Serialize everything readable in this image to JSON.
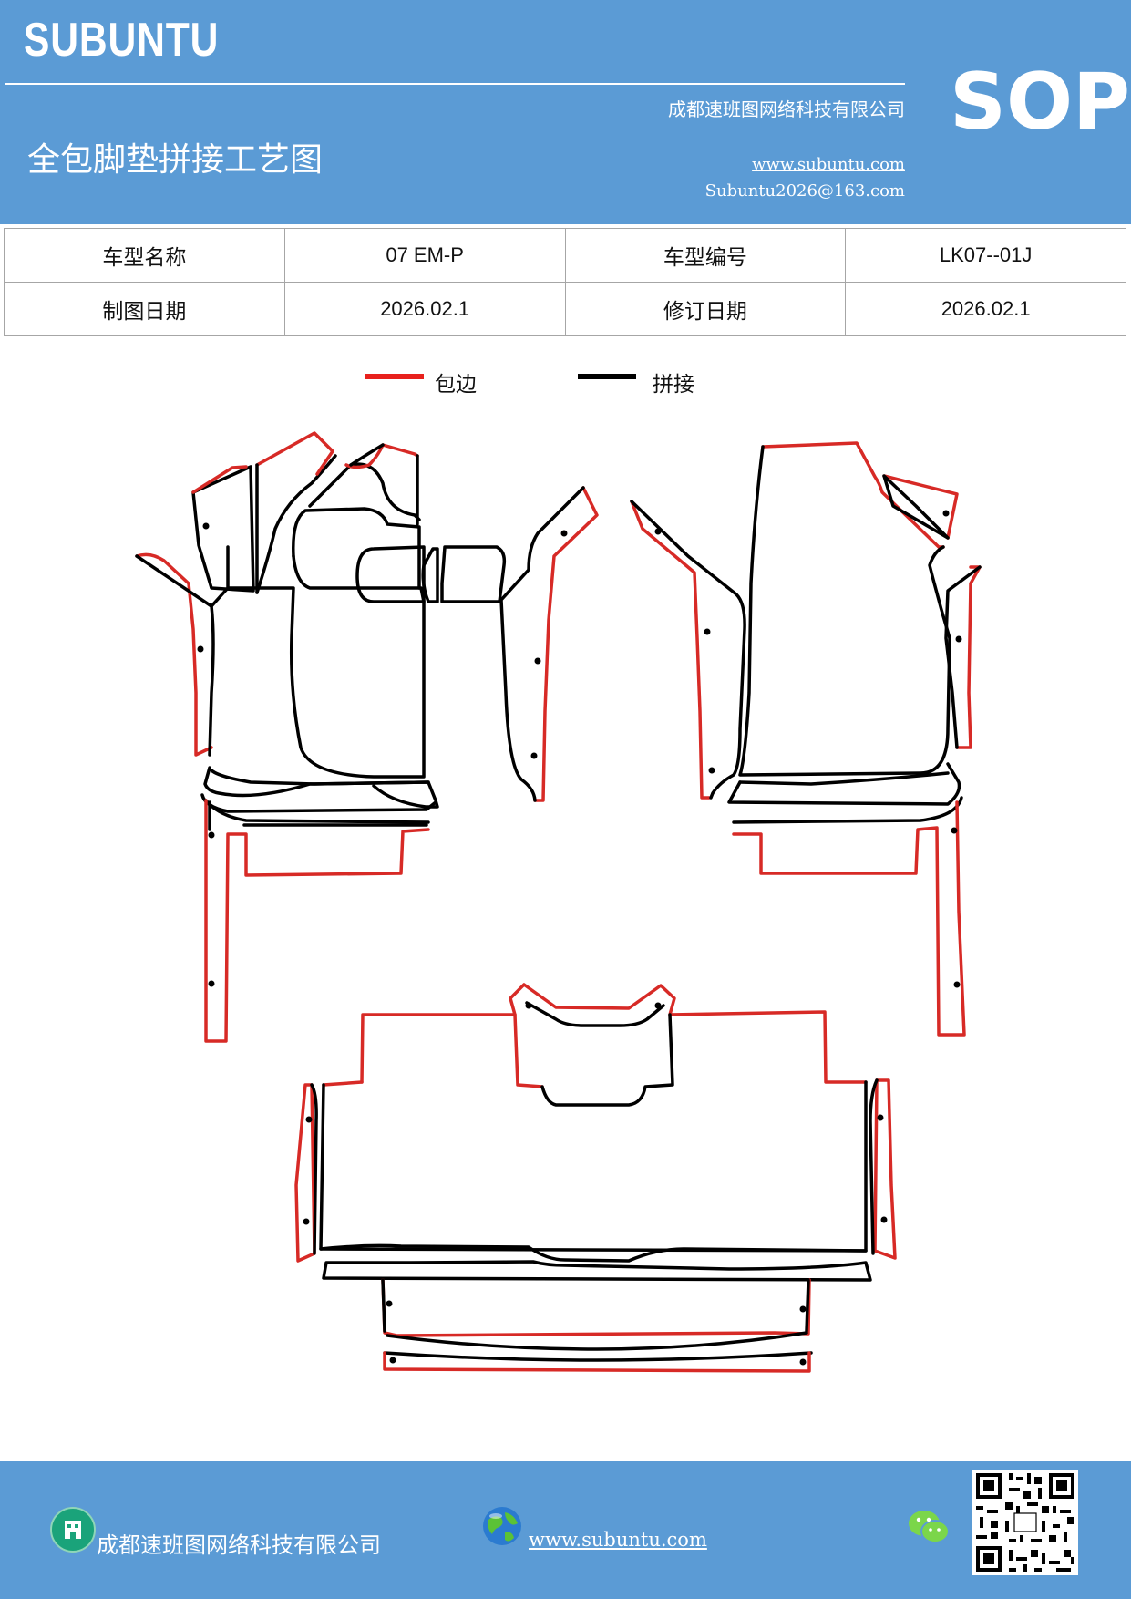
{
  "header": {
    "brand": "SUBUNTU",
    "company": "成都速班图网络科技有限公司",
    "title": "全包脚垫拼接工艺图",
    "website": "www.subuntu.com",
    "email": "Subuntu2026@163.com",
    "sop": "SOP"
  },
  "info_table": {
    "rows": [
      {
        "label1": "车型名称",
        "value1": "07 EM-P",
        "label2": "车型编号",
        "value2": "LK07--01J"
      },
      {
        "label1": "制图日期",
        "value1": "2026.02.1",
        "label2": "修订日期",
        "value2": "2026.02.1"
      }
    ]
  },
  "legend": {
    "edge_label": "包边",
    "seam_label": "拼接",
    "edge_color": "#e8211d",
    "seam_color": "#000000"
  },
  "footer": {
    "company": "成都速班图网络科技有限公司",
    "website": "www.subuntu.com",
    "icons": [
      "building-icon",
      "globe-icon",
      "wechat-icon",
      "qr-code"
    ]
  },
  "colors": {
    "header_bg": "#5b9bd5",
    "footer_bg": "#5b9bd5"
  }
}
